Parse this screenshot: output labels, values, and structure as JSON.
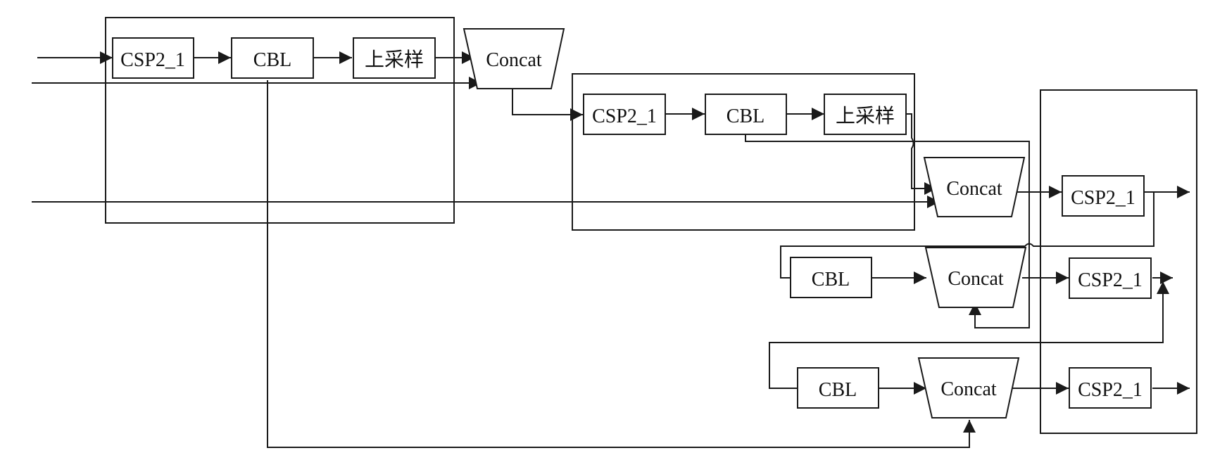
{
  "diagram": {
    "labels": {
      "csp": "CSP2_1",
      "cbl": "CBL",
      "upsample": "上采样",
      "concat": "Concat"
    }
  }
}
